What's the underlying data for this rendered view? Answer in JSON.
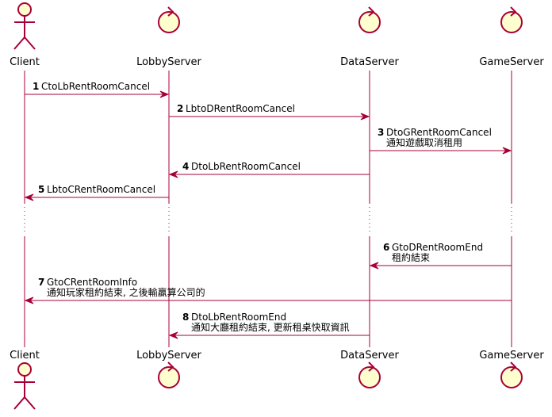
{
  "colors": {
    "lifeline": "#a80036",
    "arrow": "#a80036",
    "participant_fill": "#fefece",
    "participant_stroke": "#a80036",
    "text": "#000000"
  },
  "participants": [
    {
      "id": "client",
      "name": "Client",
      "kind": "actor",
      "icon": "actor-icon"
    },
    {
      "id": "lobby",
      "name": "LobbyServer",
      "kind": "control",
      "icon": "control-icon"
    },
    {
      "id": "data",
      "name": "DataServer",
      "kind": "control",
      "icon": "control-icon"
    },
    {
      "id": "game",
      "name": "GameServer",
      "kind": "control",
      "icon": "control-icon"
    }
  ],
  "messages": [
    {
      "number": "1",
      "from": "client",
      "to": "lobby",
      "lines": [
        "CtoLbRentRoomCancel"
      ]
    },
    {
      "number": "2",
      "from": "lobby",
      "to": "data",
      "lines": [
        "LbtoDRentRoomCancel"
      ]
    },
    {
      "number": "3",
      "from": "data",
      "to": "game",
      "lines": [
        "DtoGRentRoomCancel",
        "通知遊戲取消租用"
      ]
    },
    {
      "number": "4",
      "from": "data",
      "to": "lobby",
      "lines": [
        "DtoLbRentRoomCancel"
      ]
    },
    {
      "number": "5",
      "from": "lobby",
      "to": "client",
      "lines": [
        "LbtoCRentRoomCancel"
      ]
    },
    {
      "number": "6",
      "from": "game",
      "to": "data",
      "lines": [
        "GtoDRentRoomEnd",
        "租約結束"
      ]
    },
    {
      "number": "7",
      "from": "game",
      "to": "client",
      "lines": [
        "GtoCRentRoomInfo",
        "通知玩家租約結束, 之後輸贏算公司的"
      ]
    },
    {
      "number": "8",
      "from": "data",
      "to": "lobby",
      "lines": [
        "DtoLbRentRoomEnd",
        "通知大廳租約結束, 更新租桌快取資訊"
      ]
    }
  ]
}
